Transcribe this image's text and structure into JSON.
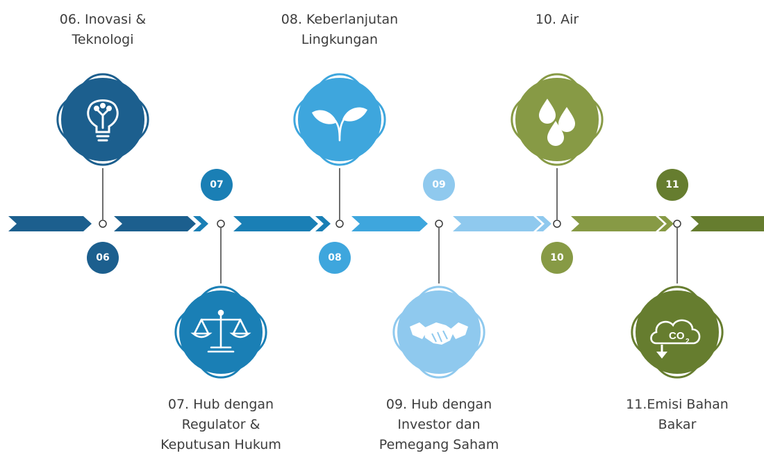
{
  "colors": {
    "c06": "#1c5f8e",
    "c07": "#1a7fb5",
    "c08": "#3ea6dd",
    "c09": "#8fc9ee",
    "c10": "#879a45",
    "c11": "#667d2f"
  },
  "steps": [
    {
      "num": "06",
      "title_lines": [
        "06. Inovasi &",
        "Teknologi"
      ],
      "icon": "lightbulb-icon",
      "color": "#1c5f8e"
    },
    {
      "num": "07",
      "title_lines": [
        "07. Hub dengan",
        "Regulator &",
        "Keputusan Hukum"
      ],
      "icon": "scales-icon",
      "color": "#1a7fb5"
    },
    {
      "num": "08",
      "title_lines": [
        "08. Keberlanjutan",
        "Lingkungan"
      ],
      "icon": "leaf-icon",
      "color": "#3ea6dd"
    },
    {
      "num": "09",
      "title_lines": [
        "09. Hub dengan",
        "Investor dan",
        "Pemegang Saham"
      ],
      "icon": "handshake-icon",
      "color": "#8fc9ee"
    },
    {
      "num": "10",
      "title_lines": [
        "10. Air"
      ],
      "icon": "water-drops-icon",
      "color": "#879a45"
    },
    {
      "num": "11",
      "title_lines": [
        "11.Emisi Bahan",
        "Bakar"
      ],
      "icon": "co2-icon",
      "color": "#667d2f"
    }
  ],
  "co2_label": "CO",
  "co2_sub": "2"
}
